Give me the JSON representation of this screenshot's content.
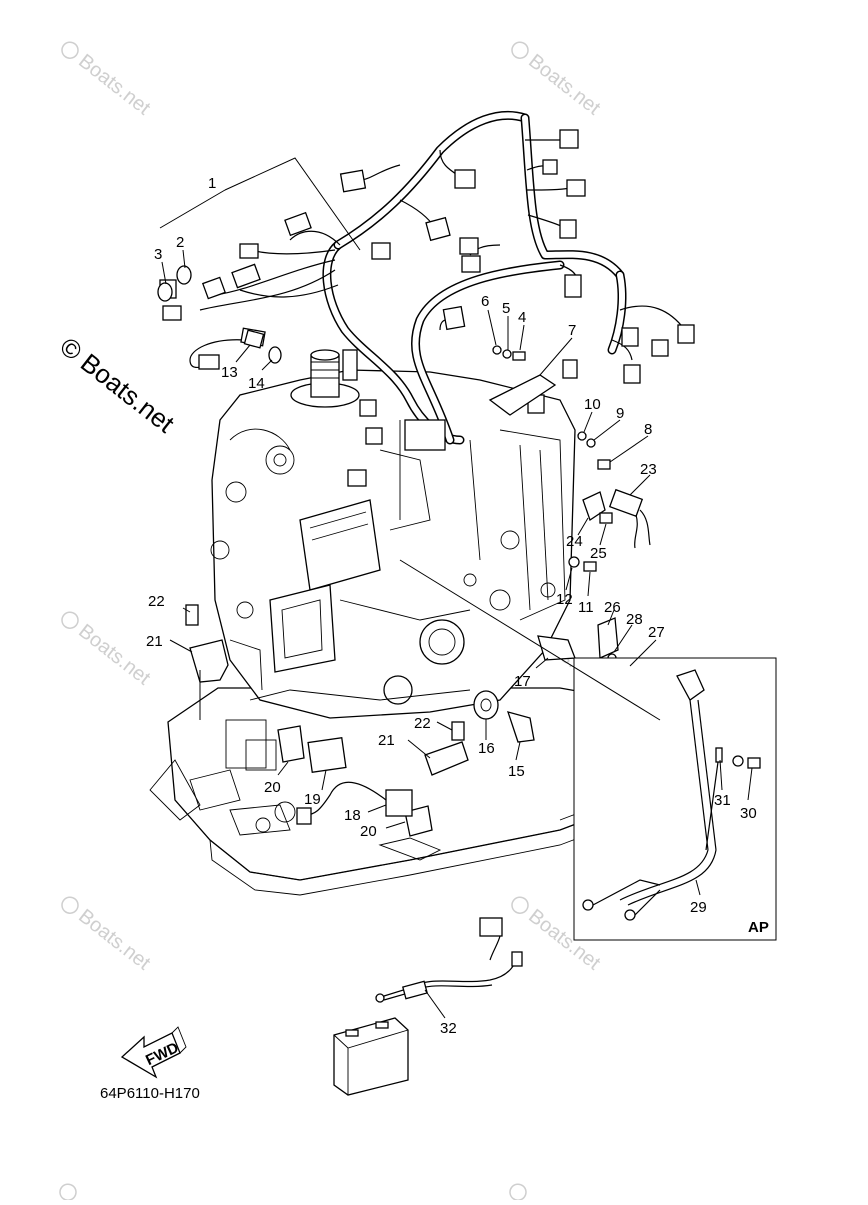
{
  "watermarks": {
    "main": "© Boats.net",
    "faint": "Boats.net",
    "copyright_symbol": "©"
  },
  "diagram_code": "64P6110-H170",
  "fwd_label": "FWD",
  "inset_label": "AP",
  "callouts": {
    "p1": "1",
    "p2": "2",
    "p3": "3",
    "p4": "4",
    "p5": "5",
    "p6": "6",
    "p7": "7",
    "p8": "8",
    "p9": "9",
    "p10": "10",
    "p11": "11",
    "p12": "12",
    "p13": "13",
    "p14": "14",
    "p15": "15",
    "p16": "16",
    "p17": "17",
    "p18": "18",
    "p19": "19",
    "p20a": "20",
    "p20b": "20",
    "p21a": "21",
    "p21b": "21",
    "p22a": "22",
    "p22b": "22",
    "p23": "23",
    "p24": "24",
    "p25": "25",
    "p26": "26",
    "p27": "27",
    "p28": "28",
    "p29": "29",
    "p30": "30",
    "p31": "31",
    "p32": "32"
  },
  "icons": {
    "fwd": "fwd-arrow-icon",
    "battery": "battery-icon"
  }
}
